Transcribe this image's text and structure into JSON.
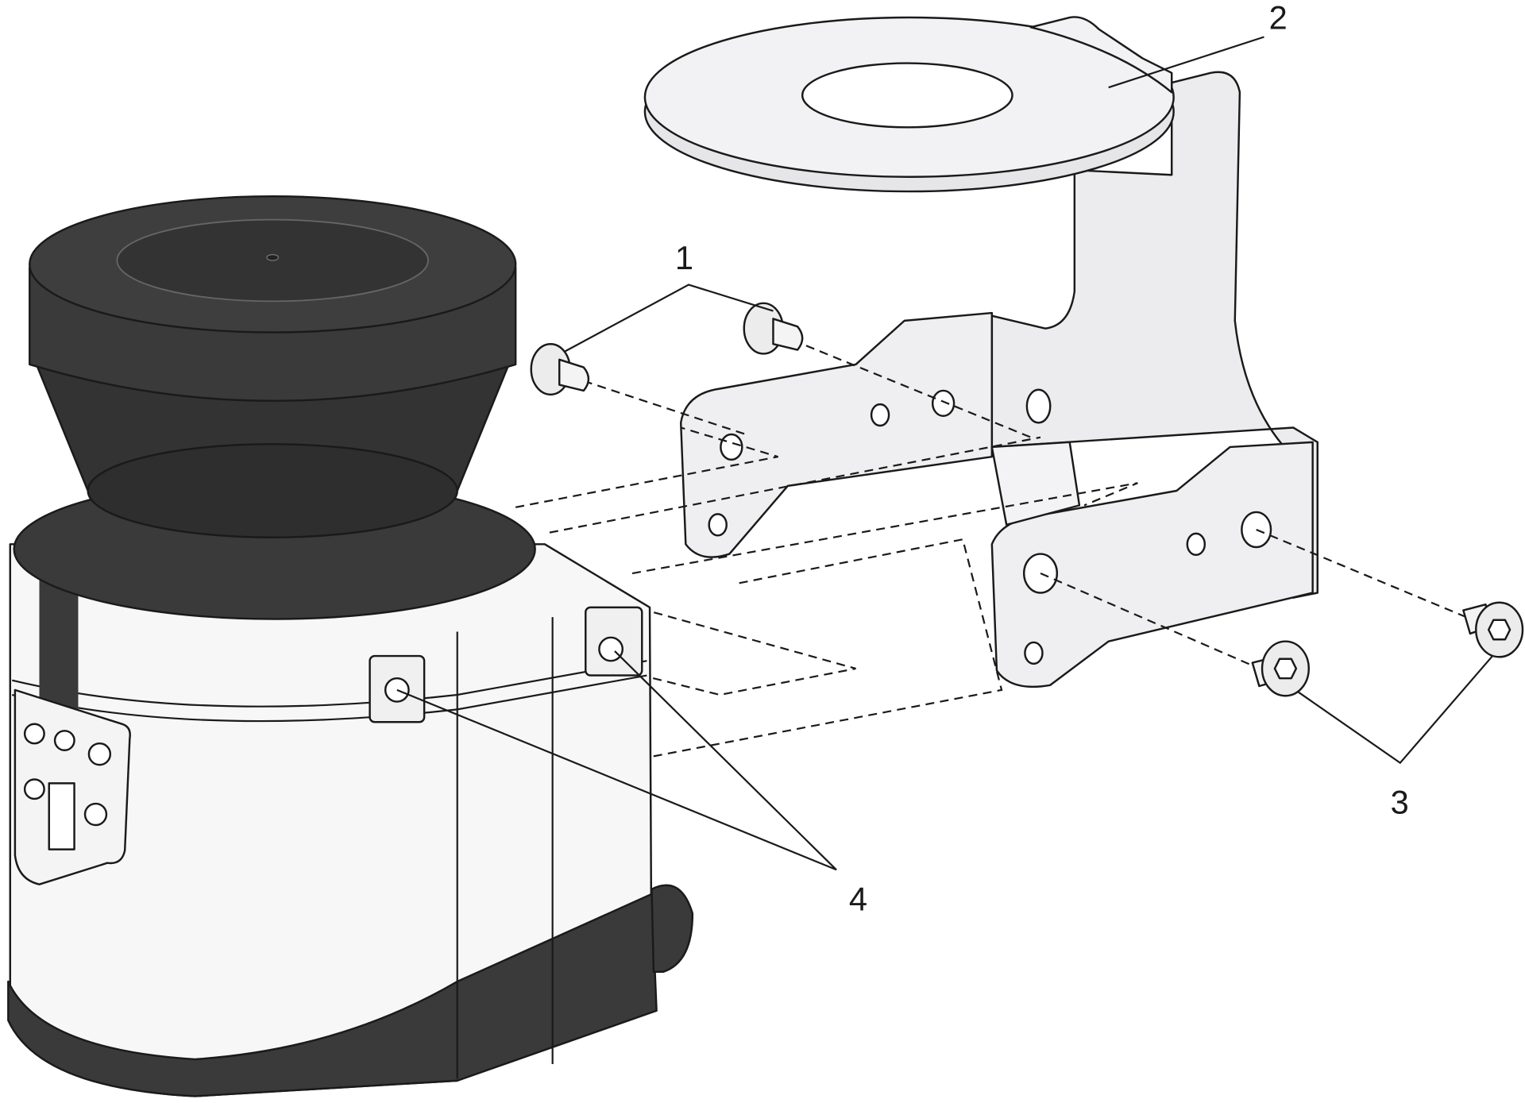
{
  "callouts": [
    {
      "id": "1",
      "text": "1"
    },
    {
      "id": "2",
      "text": "2"
    },
    {
      "id": "3",
      "text": "3"
    },
    {
      "id": "4",
      "text": "4"
    }
  ],
  "colors": {
    "housing_dark": "#3a3a3a",
    "housing_light": "#f7f7f7",
    "bracket": "#efeff1",
    "line": "#1a1a1a"
  }
}
